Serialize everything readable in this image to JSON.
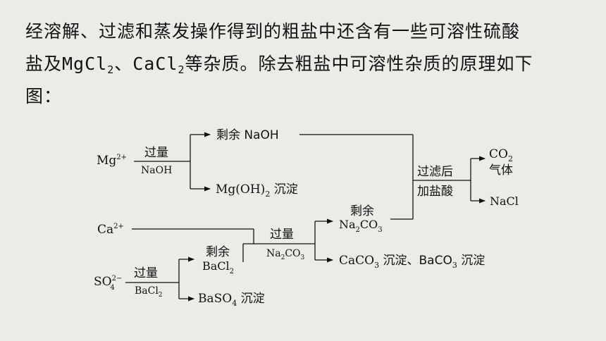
{
  "paragraph": {
    "line1": "经溶解、过滤和蒸发操作得到的粗盐中还含有一些可溶性硫酸",
    "line2_a": "盐及MgCl",
    "line2_sub1": "2",
    "line2_b": "、CaCl",
    "line2_sub2": "2",
    "line2_c": "等杂质。除去粗盐中可溶性杂质的原理如下",
    "line3": "图："
  },
  "diagram": {
    "mg_ion": "Mg",
    "mg_charge": "2+",
    "ca_ion": "Ca",
    "ca_charge": "2+",
    "so4_ion": "SO",
    "so4_sub": "4",
    "so4_charge": "2−",
    "excess_1": "过量",
    "naoh_reagent": "NaOH",
    "remaining_naoh": "剩余 NaOH",
    "mgoh2_a": "Mg(OH)",
    "mgoh2_sub": "2",
    "mgoh2_b": " 沉淀",
    "excess_2": "过量",
    "bacl2_reagent_a": "BaCl",
    "bacl2_reagent_sub": "2",
    "remaining_bacl2_1": "剩余",
    "remaining_bacl2_2a": "BaCl",
    "remaining_bacl2_2sub": "2",
    "baso4_a": "BaSO",
    "baso4_sub": "4",
    "baso4_b": " 沉淀",
    "excess_3": "过量",
    "na2co3_reagent_a": "Na",
    "na2co3_reagent_sub1": "2",
    "na2co3_reagent_b": "CO",
    "na2co3_reagent_sub2": "3",
    "remaining_na2co3_1": "剩余",
    "remaining_na2co3_2a": "Na",
    "remaining_na2co3_2sub1": "2",
    "remaining_na2co3_2b": "CO",
    "remaining_na2co3_2sub2": "3",
    "precip_a": "CaCO",
    "precip_sub1": "3",
    "precip_b": " 沉淀、BaCO",
    "precip_sub2": "3",
    "precip_c": " 沉淀",
    "filter_then": "过滤后",
    "add_hcl": "加盐酸",
    "co2_a": "CO",
    "co2_sub": "2",
    "gas": "气体",
    "nacl": "NaCl"
  }
}
